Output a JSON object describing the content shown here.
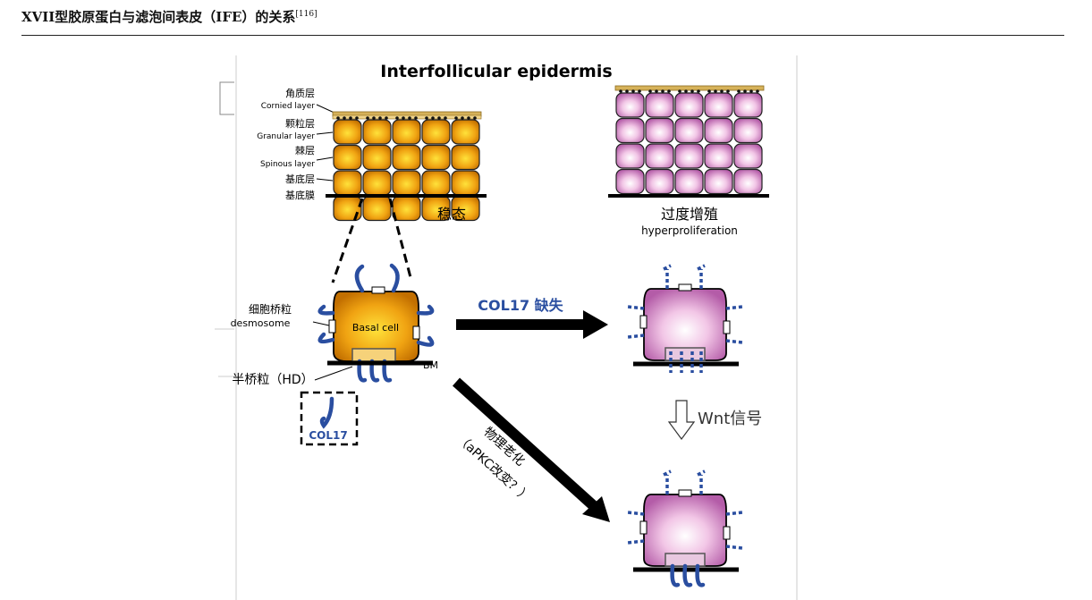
{
  "heading": {
    "text": "XVII型胶原蛋白与滤泡间表皮（IFE）的关系",
    "ref": "[116]"
  },
  "figure": {
    "title": "Interfollicular epidermis",
    "layers": [
      {
        "zh": "角质层",
        "en": "Cornied layer"
      },
      {
        "zh": "颗粒层",
        "en": "Granular layer"
      },
      {
        "zh": "棘层",
        "en": "Spinous layer"
      },
      {
        "zh": "基底层",
        "en": ""
      },
      {
        "zh": "基底膜",
        "en": ""
      }
    ],
    "state_left": {
      "zh": "稳态"
    },
    "state_right": {
      "zh": "过度增殖",
      "en": "hyperproliferation"
    },
    "desmosome": {
      "zh": "细胞桥粒",
      "en": "desmosome"
    },
    "hemidesmosome": "半桥粒（HD）",
    "basal_cell": "Basal cell",
    "bm": "BM",
    "col17_box": "COL17",
    "col17_loss": "COL17 缺失",
    "wnt": "Wnt信号",
    "aging_1": "物理老化",
    "aging_2": "（aPKC改变？）",
    "colors": {
      "gold": "#e89a10",
      "pink": "#e9a9d6",
      "blue": "#2a4ea0",
      "black": "#000000"
    }
  }
}
